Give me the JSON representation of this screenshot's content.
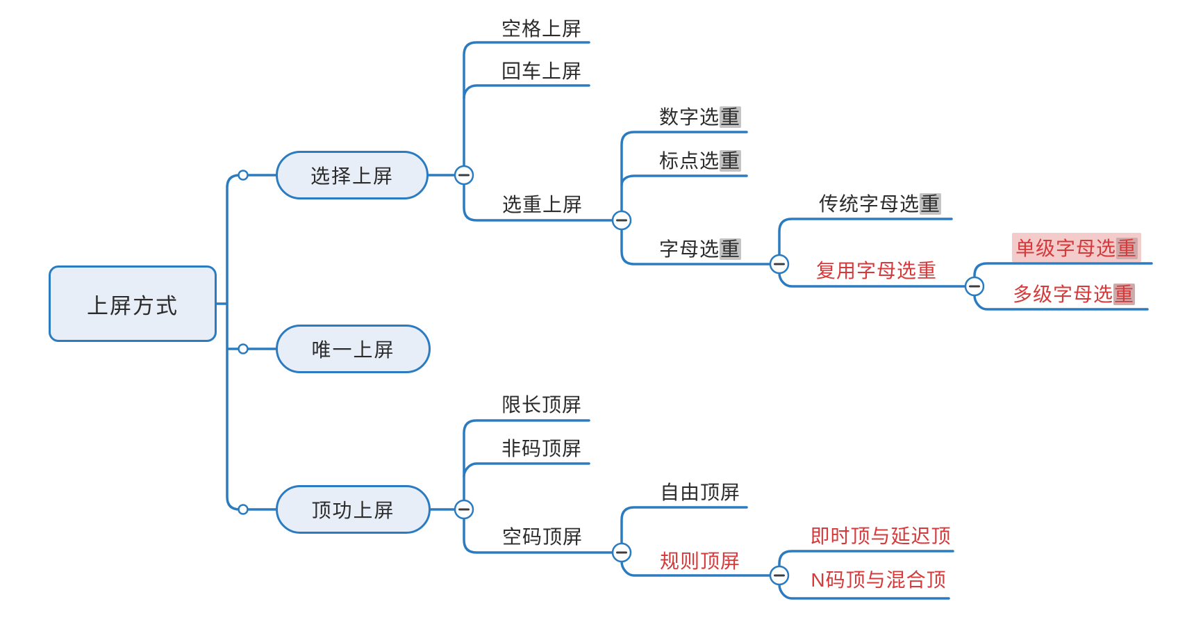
{
  "diagram": {
    "kind": "mindmap",
    "colors": {
      "line": "#2b7bc0",
      "node_fill": "#e8eef7",
      "node_border": "#2b7bc0",
      "text": "#2b2b2b",
      "red_text": "#d6393a",
      "char_highlight": "#c3c3c3",
      "focused_node_highlight": "#f3cbcb",
      "collapse_minus": "#3c3c3c"
    },
    "tree": {
      "id": "root",
      "label": "上屏方式",
      "children": [
        {
          "id": "xuanze",
          "label": "选择上屏",
          "collapse_button": true,
          "children": [
            {
              "id": "kongge",
              "label": "空格上屏"
            },
            {
              "id": "huiche",
              "label": "回车上屏"
            },
            {
              "id": "xuanzhong",
              "label": "选重上屏",
              "collapse_button": true,
              "children": [
                {
                  "id": "shuzi",
                  "label": "数字选重",
                  "highlight_char": "重"
                },
                {
                  "id": "biaodian",
                  "label": "标点选重",
                  "highlight_char": "重"
                },
                {
                  "id": "zimu",
                  "label": "字母选重",
                  "highlight_char": "重",
                  "collapse_button": true,
                  "children": [
                    {
                      "id": "chuantong",
                      "label": "传统字母选重",
                      "highlight_char": "重"
                    },
                    {
                      "id": "fuyong",
                      "label": "复用字母选重",
                      "color": "red",
                      "collapse_button": true,
                      "children": [
                        {
                          "id": "danji",
                          "label": "单级字母选重",
                          "color": "red",
                          "highlight_char": "重",
                          "focused": true
                        },
                        {
                          "id": "duoji",
                          "label": "多级字母选重",
                          "color": "red",
                          "highlight_char": "重"
                        }
                      ]
                    }
                  ]
                }
              ]
            }
          ]
        },
        {
          "id": "weiyi",
          "label": "唯一上屏"
        },
        {
          "id": "dinggong",
          "label": "顶功上屏",
          "collapse_button": true,
          "children": [
            {
              "id": "xianchang",
              "label": "限长顶屏"
            },
            {
              "id": "feima",
              "label": "非码顶屏"
            },
            {
              "id": "kongma",
              "label": "空码顶屏",
              "collapse_button": true,
              "children": [
                {
                  "id": "ziyou",
                  "label": "自由顶屏"
                },
                {
                  "id": "guize",
                  "label": "规则顶屏",
                  "color": "red",
                  "collapse_button": true,
                  "children": [
                    {
                      "id": "jishi",
                      "label": "即时顶与延迟顶",
                      "color": "red"
                    },
                    {
                      "id": "nma",
                      "label": "N码顶与混合顶",
                      "color": "red"
                    }
                  ]
                }
              ]
            }
          ]
        }
      ]
    }
  }
}
